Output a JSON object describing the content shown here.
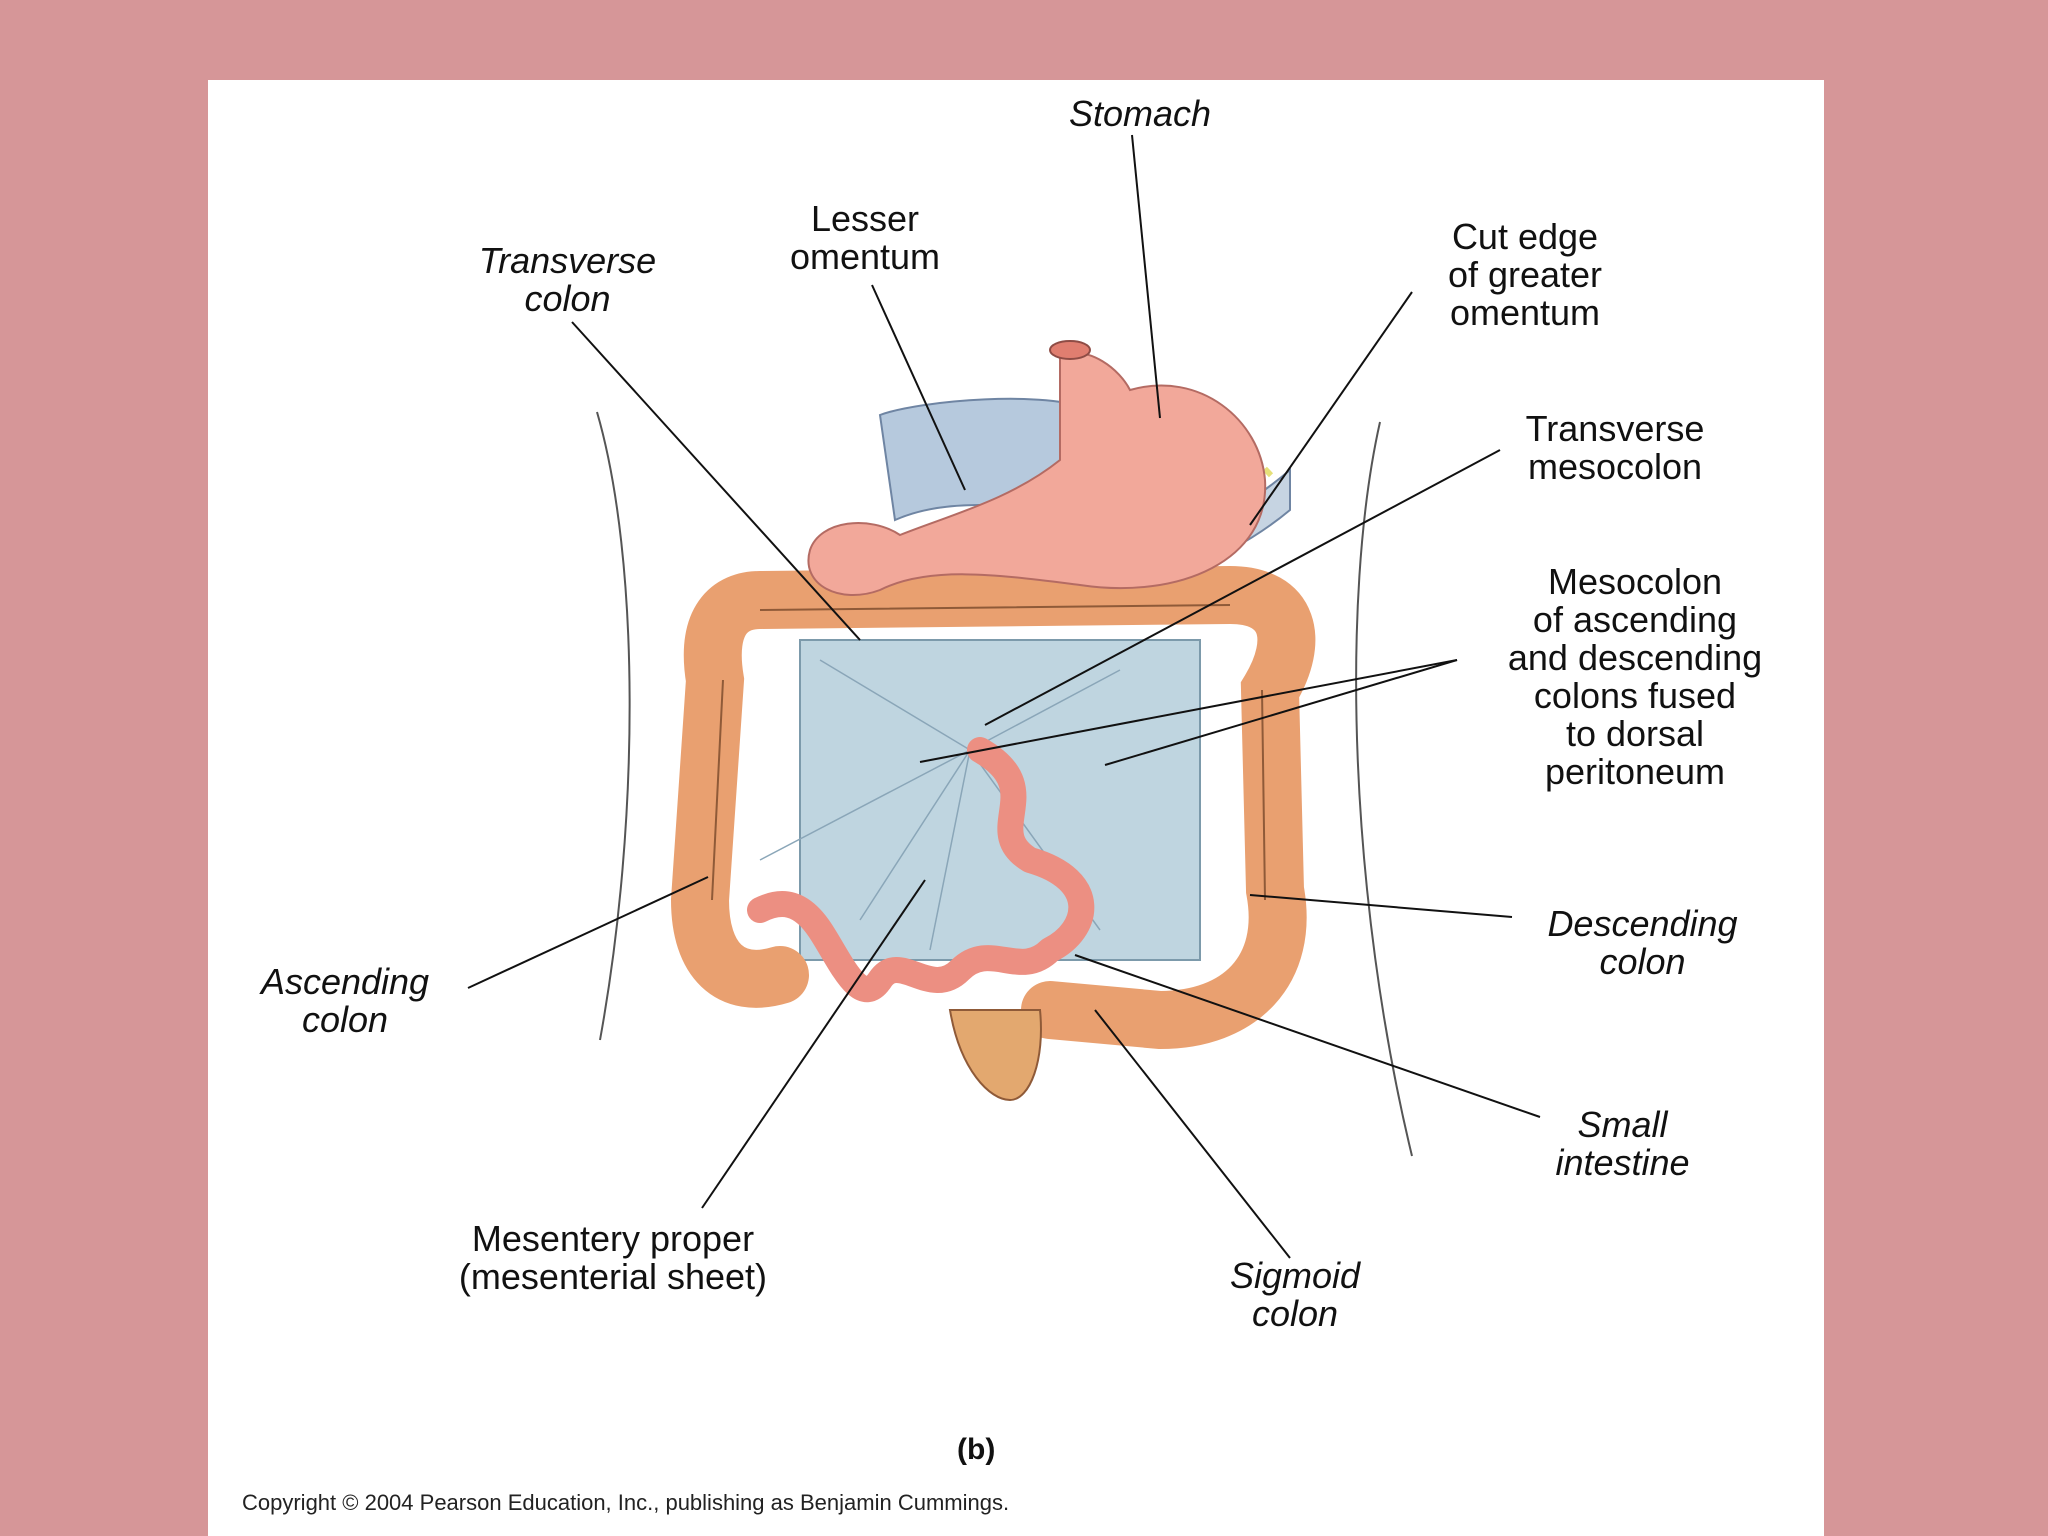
{
  "labels": {
    "stomach": "Stomach",
    "lesser_omentum": "Lesser\nomentum",
    "transverse_colon": "Transverse\ncolon",
    "cut_edge": "Cut edge\nof greater\nomentum",
    "transverse_mesocolon": "Transverse\nmesocolon",
    "mesocolon_fused": "Mesocolon\nof ascending\nand descending\ncolons fused\nto dorsal\nperitoneum",
    "ascending_colon": "Ascending\ncolon",
    "descending_colon": "Descending\ncolon",
    "small_intestine": "Small\nintestine",
    "mesentery_proper": "Mesentery proper\n(mesenterial sheet)",
    "sigmoid_colon": "Sigmoid\ncolon"
  },
  "caption": "(b)",
  "copyright": "Copyright © 2004 Pearson Education, Inc., publishing as Benjamin Cummings.",
  "colors": {
    "background": "#d69698",
    "panel": "#ffffff",
    "stomach": "#f2a89a",
    "colon": "#e9a070",
    "mesentery": "#b9d0dc",
    "small_intestine": "#ec8f82",
    "omentum_fat": "#e6e07a"
  }
}
